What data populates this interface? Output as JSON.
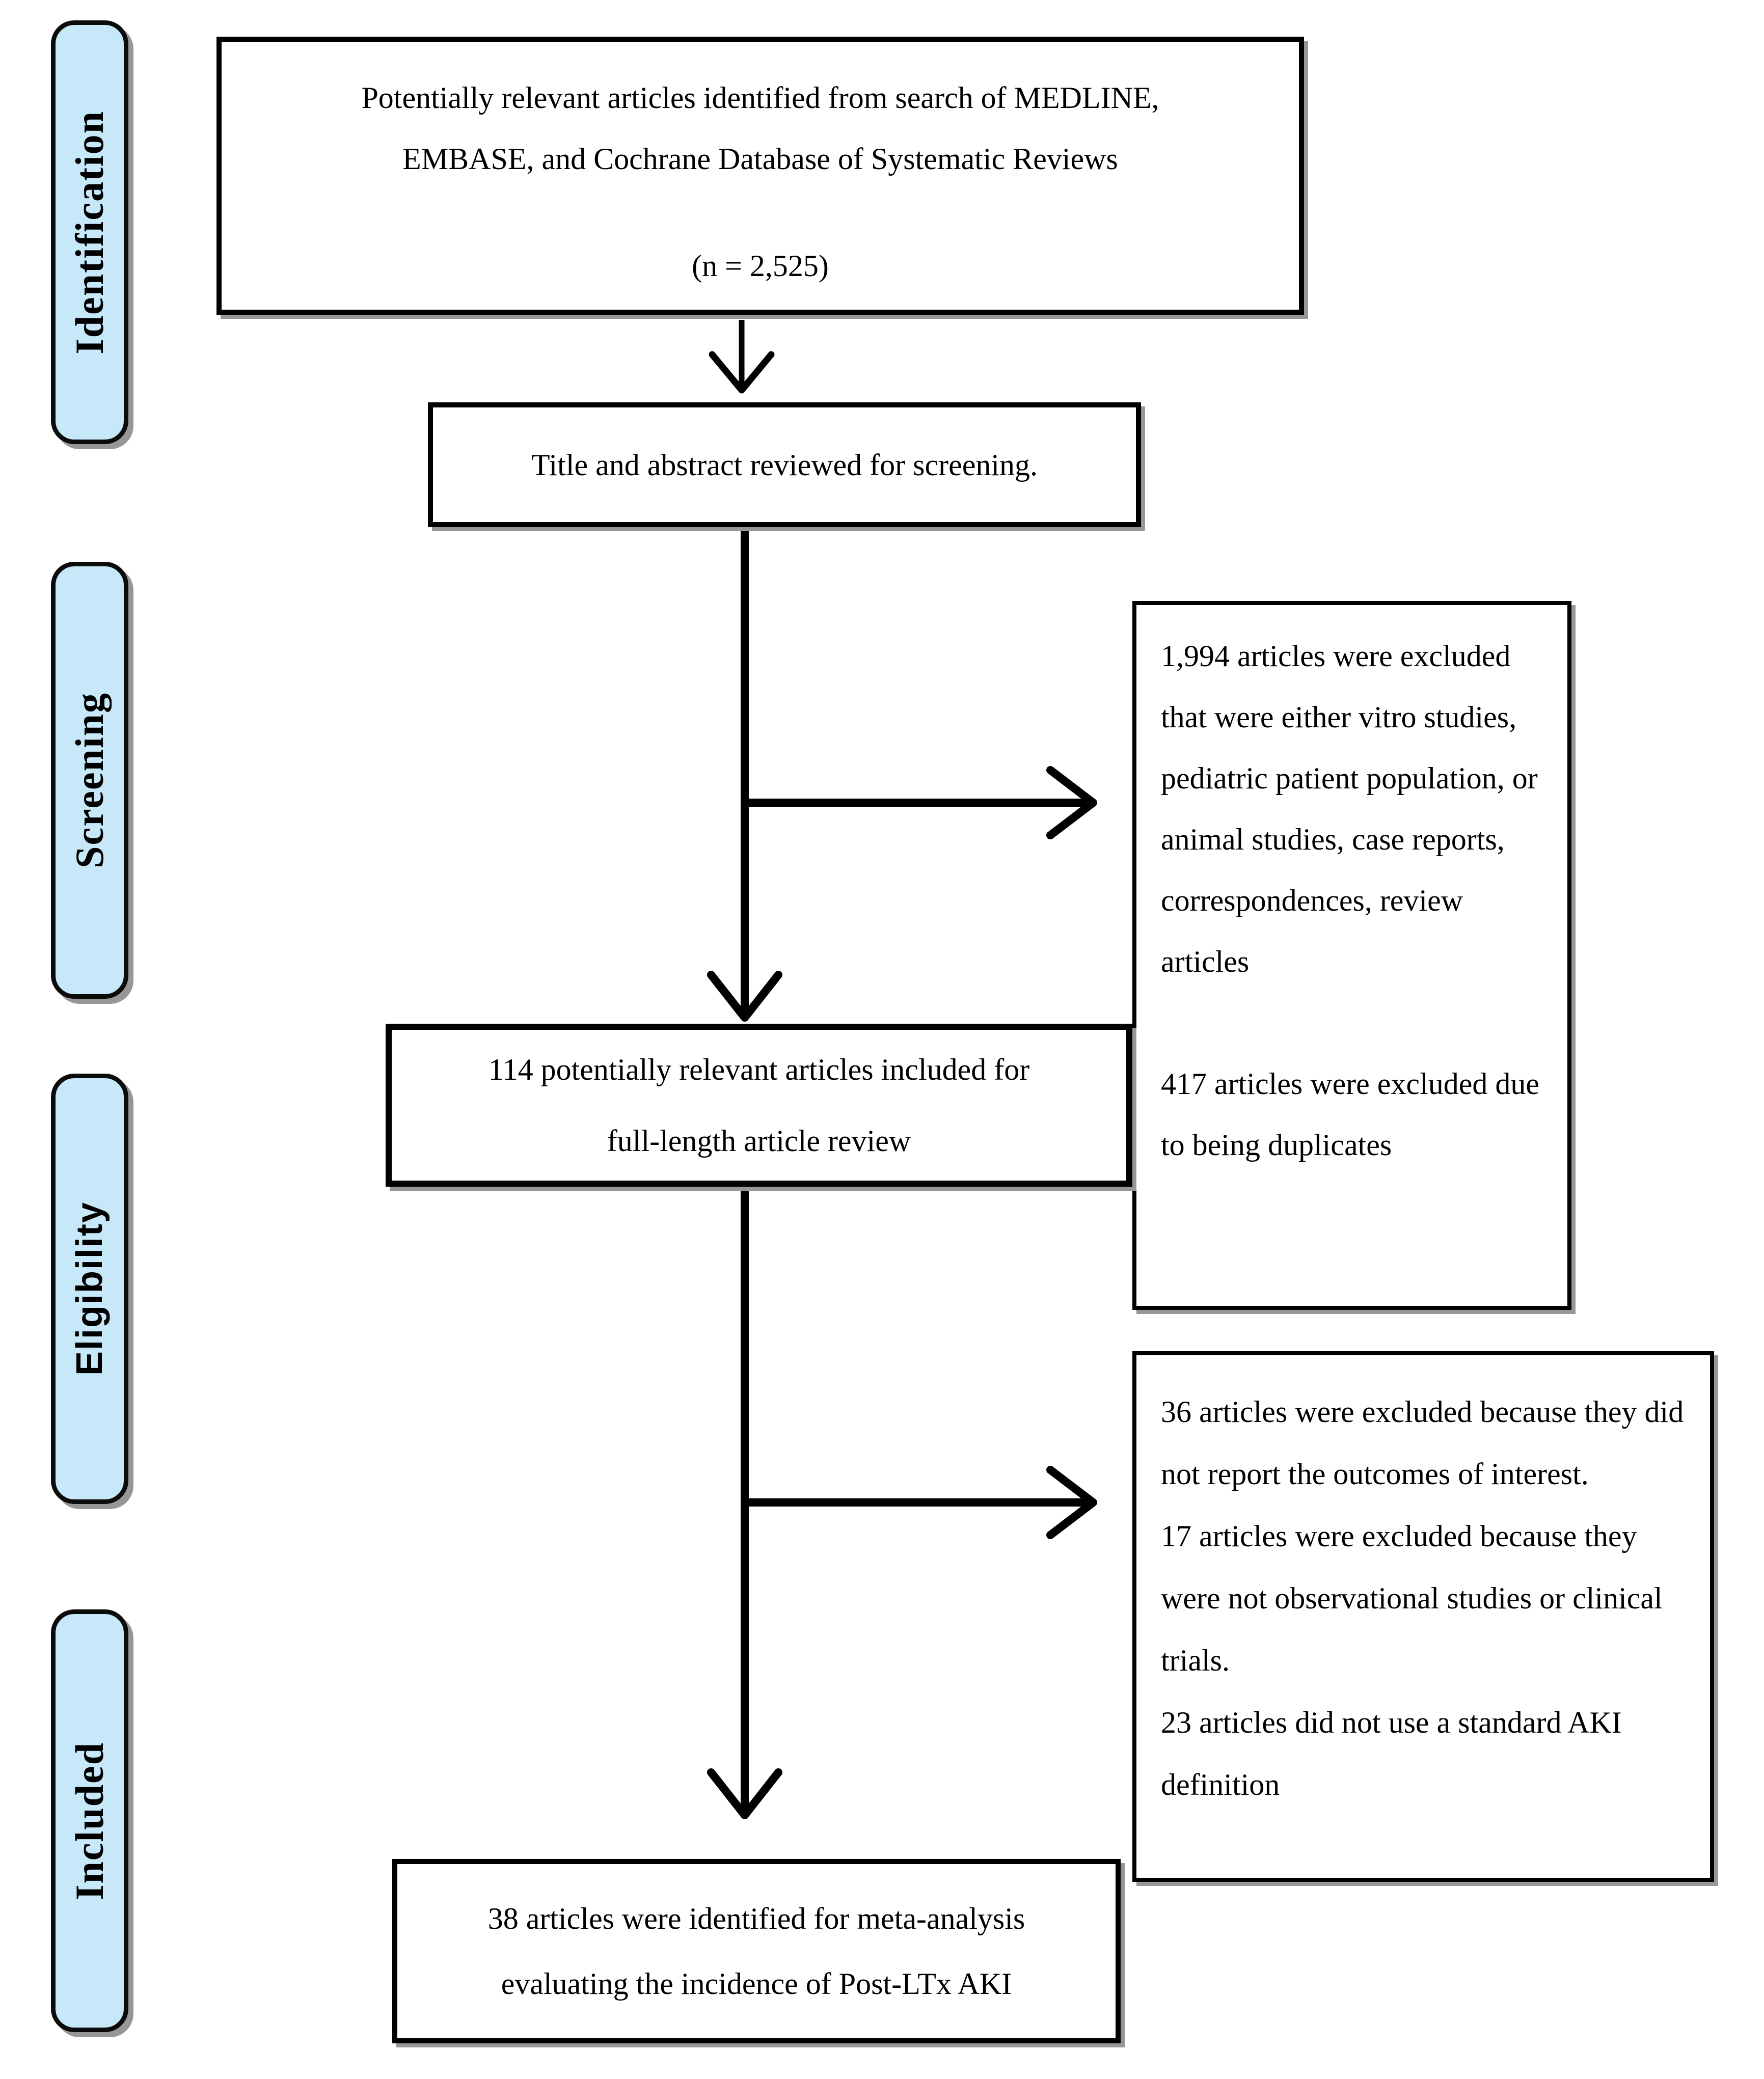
{
  "diagram": {
    "title_hint": "PRISMA-style article selection flow diagram",
    "colors": {
      "stage_fill": "#c7e8f8",
      "box_border": "#000000",
      "shadow": "#979797",
      "arrow": "#000000"
    },
    "stages": [
      {
        "label": "Identification"
      },
      {
        "label": "Screening"
      },
      {
        "label": "Eligibility"
      },
      {
        "label": "Included"
      }
    ],
    "boxes": {
      "identified": {
        "line1": "Potentially relevant articles identified from search of MEDLINE,",
        "line2": "EMBASE, and Cochrane Database of Systematic Reviews",
        "count": "(n = 2,525)"
      },
      "screened": {
        "text": "Title and abstract reviewed for screening."
      },
      "excluded_screening": {
        "para1": "1,994 articles were excluded that were either vitro studies, pediatric patient population, or animal studies, case reports, correspondences, review articles",
        "para2": "417 articles were excluded due to being duplicates"
      },
      "fulltext": {
        "line1": "114 potentially relevant articles included for",
        "line2": "full-length article review"
      },
      "excluded_eligibility": {
        "item1": "36 articles were excluded because they did not report the outcomes of interest.",
        "item2": "17 articles were excluded because they were not observational studies or clinical trials.",
        "item3": "23 articles did not use a standard AKI definition"
      },
      "included": {
        "line1": "38 articles were identified for meta-analysis",
        "line2": "evaluating the incidence of Post-LTx AKI"
      }
    }
  }
}
